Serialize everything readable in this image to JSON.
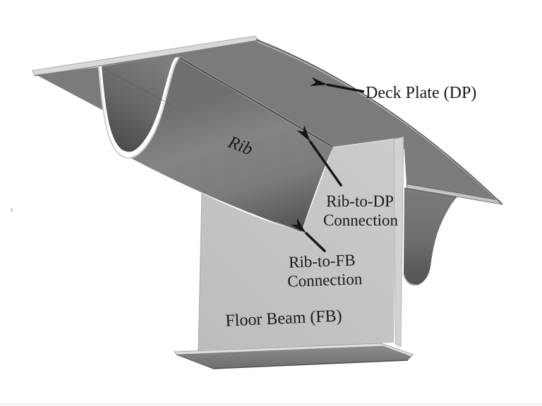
{
  "diagram": {
    "labels": {
      "deck_plate": "Deck Plate (DP)",
      "rib": "Rib",
      "rib_to_dp_line1": "Rib-to-DP",
      "rib_to_dp_line2": "Connection",
      "rib_to_fb_line1": "Rib-to-FB",
      "rib_to_fb_line2": "Connection",
      "floor_beam": "Floor Beam (FB)"
    },
    "colors": {
      "background": "#ffffff",
      "deck_underside": "#7b7b7b",
      "plate_edge_highlight": "#d9d9d9",
      "rib_surface_mid": "#828282",
      "rib_surface_dark": "#4e4e4e",
      "floor_beam_web": "#c6c6c6",
      "flange_top_edge": "#dedede",
      "flange_face": "#7e7e7e",
      "annotation_text": "#1a1a1a",
      "arrow": "#141414"
    }
  }
}
